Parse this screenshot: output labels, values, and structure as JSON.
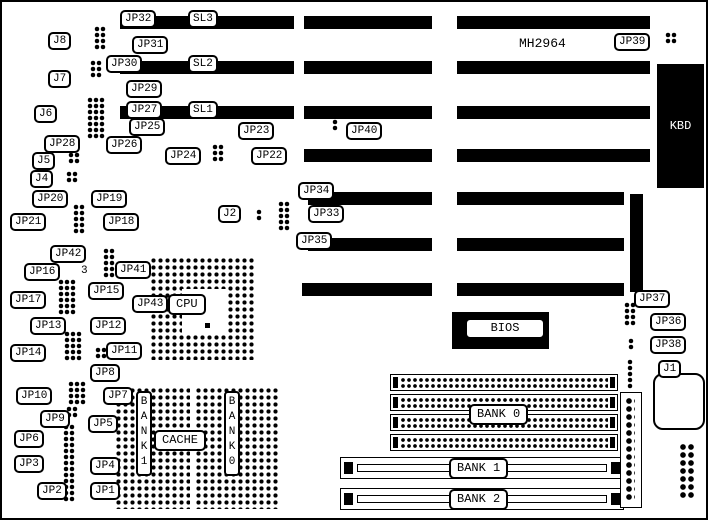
{
  "title": {
    "board": "MH2964"
  },
  "labels": {
    "sl1": "SL1",
    "sl2": "SL2",
    "sl3": "SL3",
    "j1": "J1",
    "j2": "J2",
    "j4": "J4",
    "j5": "J5",
    "j6": "J6",
    "j7": "J7",
    "j8": "J8",
    "jp1": "JP1",
    "jp2": "JP2",
    "jp3": "JP3",
    "jp4": "JP4",
    "jp5": "JP5",
    "jp6": "JP6",
    "jp7": "JP7",
    "jp8": "JP8",
    "jp9": "JP9",
    "jp10": "JP10",
    "jp11": "JP11",
    "jp12": "JP12",
    "jp13": "JP13",
    "jp14": "JP14",
    "jp15": "JP15",
    "jp16": "JP16",
    "jp17": "JP17",
    "jp18": "JP18",
    "jp19": "JP19",
    "jp20": "JP20",
    "jp21": "JP21",
    "jp22": "JP22",
    "jp23": "JP23",
    "jp24": "JP24",
    "jp25": "JP25",
    "jp26": "JP26",
    "jp27": "JP27",
    "jp28": "JP28",
    "jp29": "JP29",
    "jp30": "JP30",
    "jp31": "JP31",
    "jp32": "JP32",
    "jp33": "JP33",
    "jp34": "JP34",
    "jp35": "JP35",
    "jp36": "JP36",
    "jp37": "JP37",
    "jp38": "JP38",
    "jp39": "JP39",
    "jp40": "JP40",
    "jp41": "JP41",
    "jp42": "JP42",
    "jp43": "JP43",
    "kbd": "KBD",
    "cpu": "CPU",
    "bios": "BIOS",
    "bank0": "BANK 0",
    "bank1": "BANK 1",
    "bank2": "BANK 2",
    "cache": "CACHE",
    "cache_bank1": "BANK1",
    "cache_bank0": "BANK0",
    "pin3": "3"
  },
  "colors": {
    "slot": "#000000",
    "label_bg": "#ffffff",
    "line": "#000000"
  }
}
